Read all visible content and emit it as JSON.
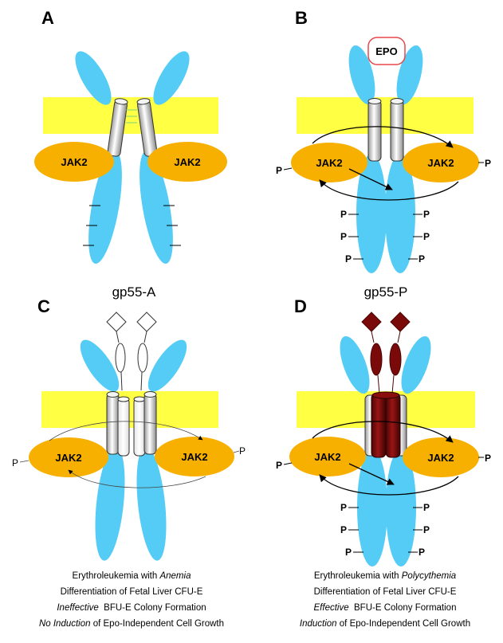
{
  "panels": {
    "a": {
      "label": "A",
      "jak_left": "JAK2",
      "jak_right": "JAK2"
    },
    "b": {
      "label": "B",
      "ligand": "EPO",
      "jak_left": "JAK2",
      "jak_right": "JAK2",
      "phospho": "P"
    },
    "c": {
      "label": "C",
      "ligand": "gp55-A",
      "jak_left": "JAK2",
      "jak_right": "JAK2",
      "phospho": "P"
    },
    "d": {
      "label": "D",
      "ligand": "gp55-P",
      "jak_left": "JAK2",
      "jak_right": "JAK2",
      "phospho": "P"
    }
  },
  "captions": {
    "left": {
      "line1_pre": "Erythroleukemia with ",
      "line1_em": "Anemia",
      "line2": "Differentiation of Fetal Liver CFU-E",
      "line3_em": "Ineffective",
      "line3_post": "  BFU-E Colony Formation",
      "line4_em": "No Induction",
      "line4_post": " of Epo-Independent Cell Growth"
    },
    "right": {
      "line1_pre": "Erythroleukemia with ",
      "line1_em": "Polycythemia",
      "line2": "Differentiation of Fetal Liver CFU-E",
      "line3_em": "Effective",
      "line3_post": "  BFU-E Colony Formation",
      "line4_em": "Induction",
      "line4_post": " of Epo-Independent Cell Growth"
    }
  },
  "colors": {
    "membrane": "#ffff44",
    "receptor": "#55ccf5",
    "jak": "#f7b000",
    "gp55p": "#7a0a0a",
    "epo_border": "#e8474a"
  }
}
